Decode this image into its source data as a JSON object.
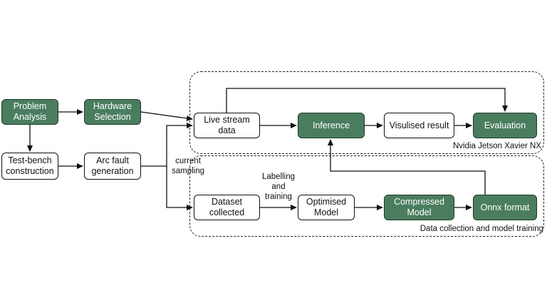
{
  "colors": {
    "green_fill": "#4a7d5e",
    "green_border": "#1d3a28",
    "white_fill": "#ffffff",
    "line": "#111111"
  },
  "nodes": {
    "problem_analysis": "Problem\nAnalysis",
    "hardware_selection": "Hardware\nSelection",
    "test_bench": "Test-bench\nconstruction",
    "arc_fault": "Arc fault\ngeneration",
    "live_stream": "Live stream\ndata",
    "inference": "Inference",
    "visualised_result": "Visulised result",
    "evaluation": "Evaluation",
    "dataset_collected": "Dataset\ncollected",
    "optimised_model": "Optimised\nModel",
    "compressed_model": "Compressed\nModel",
    "onnx_format": "Onnx format"
  },
  "edge_labels": {
    "current_sampling": "current\nsampling",
    "labelling_training": "Labelling\nand\ntraining"
  },
  "regions": {
    "jetson": "Nvidia Jetson Xavier NX",
    "training": "Data collection and model training"
  }
}
